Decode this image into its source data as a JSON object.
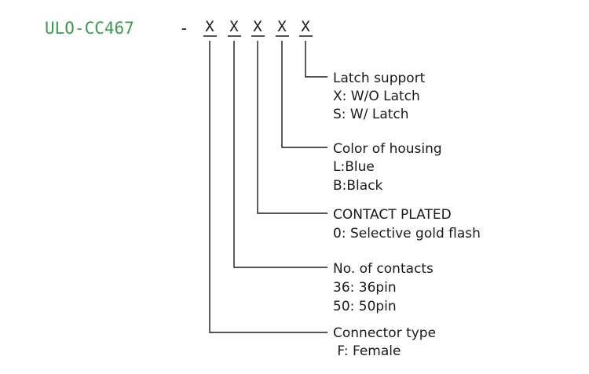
{
  "part_number": {
    "prefix": "ULO-CC467",
    "separator": "-",
    "placeholders": [
      "X",
      "X",
      "X",
      "X",
      "X"
    ],
    "prefix_color": "#3d9a4b"
  },
  "fields": [
    {
      "title": "Latch support",
      "options": [
        "X: W/O Latch",
        "S: W/ Latch"
      ]
    },
    {
      "title": "Color of housing",
      "options": [
        "L:Blue",
        "B:Black"
      ]
    },
    {
      "title": "CONTACT PLATED",
      "options": [
        "0: Selective gold flash"
      ]
    },
    {
      "title": "No. of contacts",
      "options": [
        "36: 36pin",
        "50: 50pin"
      ]
    },
    {
      "title": "Connector type",
      "options": [
        " F: Female"
      ]
    }
  ],
  "line_color": "#1a1a1a",
  "text_color": "#1a1a1a"
}
